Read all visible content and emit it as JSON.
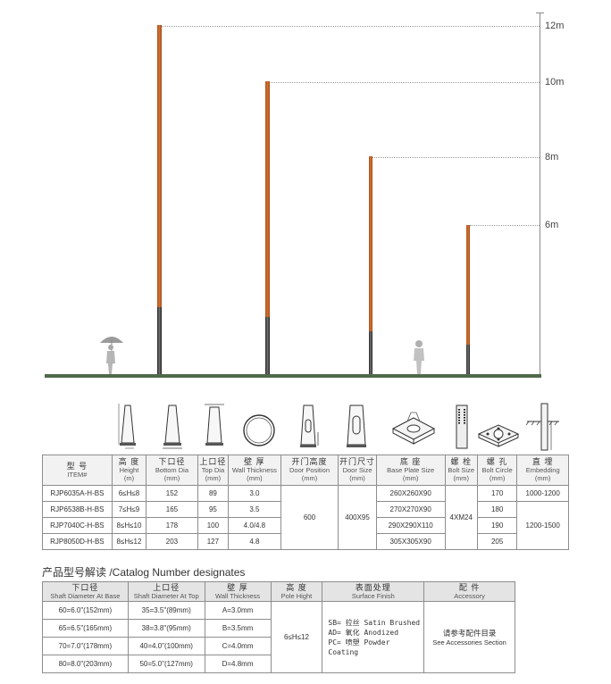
{
  "scale": {
    "labels": [
      "12m",
      "10m",
      "8m",
      "6m"
    ]
  },
  "spec_table": {
    "headers": [
      {
        "cn": "型 号",
        "en": "ITEM#",
        "unit": ""
      },
      {
        "cn": "高 度",
        "en": "Height",
        "unit": "(m)"
      },
      {
        "cn": "下口径",
        "en": "Bottom Dia",
        "unit": "(mm)"
      },
      {
        "cn": "上口径",
        "en": "Top Dia",
        "unit": "(mm)"
      },
      {
        "cn": "壁 厚",
        "en": "Wall Thickness",
        "unit": "(mm)"
      },
      {
        "cn": "开门高度",
        "en": "Door Position",
        "unit": "(mm)"
      },
      {
        "cn": "开门尺寸",
        "en": "Door Size",
        "unit": "(mm)"
      },
      {
        "cn": "底 座",
        "en": "Base Plate Size",
        "unit": "(mm)"
      },
      {
        "cn": "螺 栓",
        "en": "Bolt Size",
        "unit": "(mm)"
      },
      {
        "cn": "螺 孔",
        "en": "Bolt Circle",
        "unit": "(mm)"
      },
      {
        "cn": "直 埋",
        "en": "Embedding",
        "unit": "(mm)"
      }
    ],
    "rows": [
      {
        "item": "RJP6035A-H-BS",
        "height": "6≤H≤8",
        "bottom": "152",
        "top": "89",
        "wall": "3.0",
        "base": "260X260X90",
        "circle": "170"
      },
      {
        "item": "RJP6538B-H-BS",
        "height": "7≤H≤9",
        "bottom": "165",
        "top": "95",
        "wall": "3.5",
        "base": "270X270X90",
        "circle": "180"
      },
      {
        "item": "RJP7040C-H-BS",
        "height": "8≤H≤10",
        "bottom": "178",
        "top": "100",
        "wall": "4.0/4.8",
        "base": "290X290X110",
        "circle": "190"
      },
      {
        "item": "RJP8050D-H-BS",
        "height": "8≤H≤12",
        "bottom": "203",
        "top": "127",
        "wall": "4.8",
        "base": "305X305X90",
        "circle": "205"
      }
    ],
    "door_position": "600",
    "door_size": "400X95",
    "bolt_size": "4XM24",
    "embedding_1": "1000-1200",
    "embedding_2": "1200-1500"
  },
  "catalog": {
    "title": "产品型号解读  /Catalog Number designates",
    "headers": [
      {
        "cn": "下口径",
        "en": "Shaft Diameter At Base"
      },
      {
        "cn": "上口径",
        "en": "Shaft Diameter At Top"
      },
      {
        "cn": "壁 厚",
        "en": "Wall Thickness"
      },
      {
        "cn": "高 度",
        "en": "Pole Hight"
      },
      {
        "cn": "表面处理",
        "en": "Surface Finish"
      },
      {
        "cn": "配 件",
        "en": "Accessory"
      }
    ],
    "rows": [
      {
        "base": "60=6.0\"(152mm)",
        "top": "35=3.5\"(89mm)",
        "wall": "A=3.0mm"
      },
      {
        "base": "65=6.5\"(165mm)",
        "top": "38=3.8\"(95mm)",
        "wall": "B=3.5mm"
      },
      {
        "base": "70=7.0\"(178mm)",
        "top": "40=4.0\"(100mm)",
        "wall": "C=4.0mm"
      },
      {
        "base": "80=8.0\"(203mm)",
        "top": "50=5.0\"(127mm)",
        "wall": "D=4.8mm"
      }
    ],
    "pole_height": "6≤H≤12",
    "finish": [
      "SB= 拉丝 Satin Brushed",
      "AD= 氧化 Anodized",
      "PC= 喷塑 Powder Coating"
    ],
    "accessory_cn": "请参考配件目录",
    "accessory_en": "See Accessories Section"
  }
}
